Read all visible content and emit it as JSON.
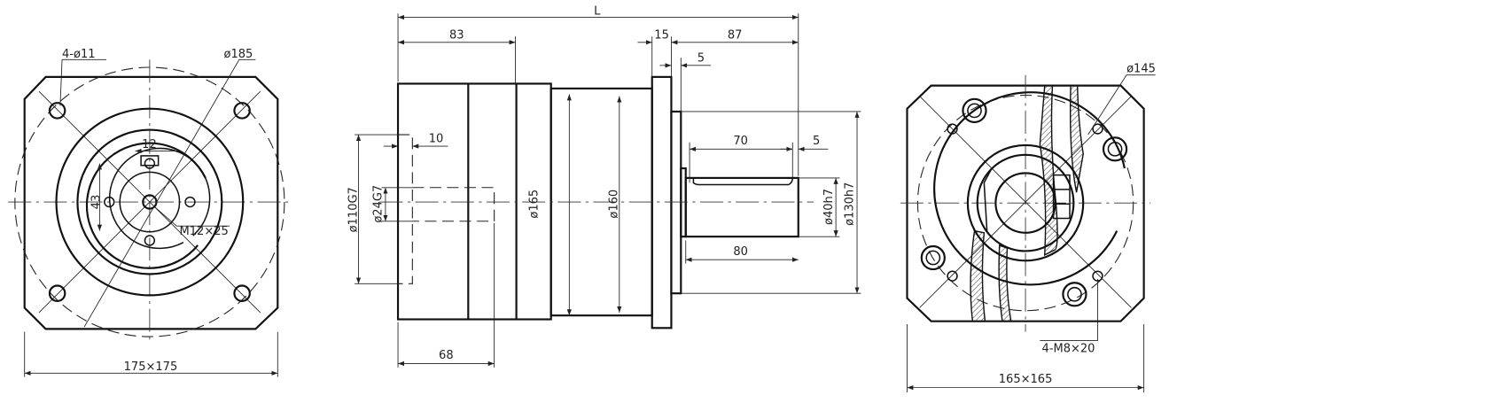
{
  "front_view": {
    "hole_callout": "4-ø11",
    "bolt_circle": "ø185",
    "key_width": "12",
    "shaft_height": "43",
    "thread": "M12×25",
    "square_size": "175×175"
  },
  "side_view": {
    "overall_length": "L",
    "body_length": "83",
    "flange_thickness": "15",
    "shaft_length_total": "87",
    "pilot_length": "5",
    "recess_depth": "10",
    "input_pilot": "ø110G7",
    "input_bore": "ø24G7",
    "body_diameter": "ø165",
    "housing_diameter": "ø160",
    "key_length": "70",
    "key_offset": "5",
    "shaft_diameter": "ø40h7",
    "output_pilot": "ø130h7",
    "shaft_length": "80",
    "bore_depth": "68"
  },
  "rear_view": {
    "bolt_circle": "ø145",
    "thread_callout": "4-M8×20",
    "square_size": "165×165"
  }
}
